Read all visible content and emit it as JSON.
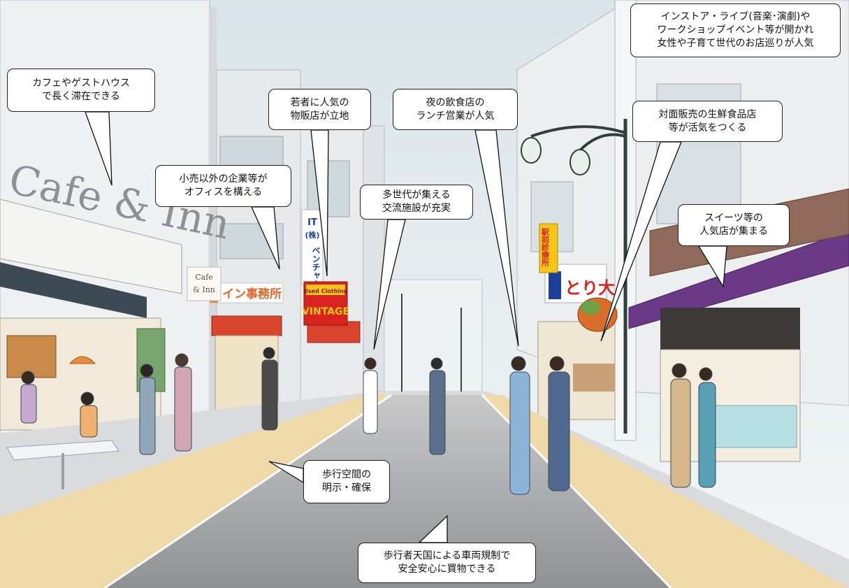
{
  "signs": {
    "cafe_main": "Cafe & Inn",
    "cafe_small_1": "Cafe",
    "cafe_small_2": "& Inn",
    "office": "イン事務所",
    "it_1": "IT",
    "it_2": "(株)",
    "it_3": "ベンチャー",
    "used_clothing": "Used Clothing",
    "vintage": "VINTAGE",
    "tori": "とり大",
    "ekimae": "駅前診療所"
  },
  "callouts": [
    {
      "id": "cafe-guesthouse",
      "lines": [
        "カフェやゲストハウス",
        "で長く滞在できる"
      ]
    },
    {
      "id": "office",
      "lines": [
        "小売以外の企業等が",
        "オフィスを構える"
      ]
    },
    {
      "id": "youth-shops",
      "lines": [
        "若者に人気の",
        "物販店が立地"
      ]
    },
    {
      "id": "lunch",
      "lines": [
        "夜の飲食店の",
        "ランチ営業が人気"
      ]
    },
    {
      "id": "multigen",
      "lines": [
        "多世代が集える",
        "交流施設が充実"
      ]
    },
    {
      "id": "instore-live",
      "lines": [
        "インストア・ライブ(音楽･演劇)や",
        "ワークショップイベント等が開かれ",
        "女性や子育て世代のお店巡りが人気"
      ]
    },
    {
      "id": "fresh-food",
      "lines": [
        "対面販売の生鮮食品店",
        "等が活気をつくる"
      ]
    },
    {
      "id": "sweets",
      "lines": [
        "スイーツ等の",
        "人気店が集まる"
      ]
    },
    {
      "id": "walkway",
      "lines": [
        "歩行空間の",
        "明示・確保"
      ]
    },
    {
      "id": "pedestrian-zone",
      "lines": [
        "歩行者天国による車両規制で",
        "安全安心に買物できる"
      ]
    }
  ],
  "colors": {
    "sky": "#e4ecef",
    "road": "#9a9c9e",
    "walkway": "#efd9a8",
    "awning_red": "#d8442c",
    "sweets_awning": "#6a3a86",
    "sign_red": "#d8231f",
    "sign_blue": "#1c3f99",
    "sign_yellow": "#f5c518"
  }
}
